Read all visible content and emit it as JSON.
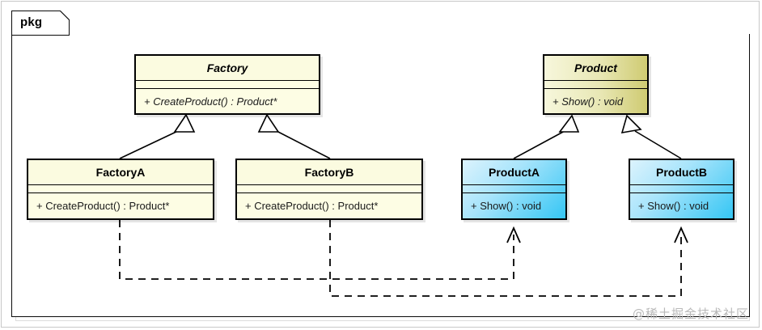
{
  "diagram": {
    "type": "uml-class-diagram",
    "package_label": "pkg",
    "watermark": "@稀土掘金技术社区",
    "colors": {
      "abstract_factory_fill": "#fdfde4",
      "abstract_product_fill": "#e8e7b4",
      "concrete_factory_fill": "#fdfde4",
      "concrete_product_fill": "#35c6f4",
      "border": "#000000",
      "frame": "#c8c8c8"
    }
  },
  "classes": [
    {
      "id": "factory",
      "name": "Factory",
      "abstract": true,
      "operations": [
        "+ CreateProduct() : Product*"
      ]
    },
    {
      "id": "product",
      "name": "Product",
      "abstract": true,
      "operations": [
        "+ Show() : void"
      ]
    },
    {
      "id": "factorya",
      "name": "FactoryA",
      "abstract": false,
      "operations": [
        "+ CreateProduct() : Product*"
      ]
    },
    {
      "id": "factoryb",
      "name": "FactoryB",
      "abstract": false,
      "operations": [
        "+ CreateProduct() : Product*"
      ]
    },
    {
      "id": "producta",
      "name": "ProductA",
      "abstract": false,
      "operations": [
        "+ Show() : void"
      ]
    },
    {
      "id": "productb",
      "name": "ProductB",
      "abstract": false,
      "operations": [
        "+ Show() : void"
      ]
    }
  ],
  "relationships": [
    {
      "kind": "generalization",
      "from": "FactoryA",
      "to": "Factory"
    },
    {
      "kind": "generalization",
      "from": "FactoryB",
      "to": "Factory"
    },
    {
      "kind": "generalization",
      "from": "ProductA",
      "to": "Product"
    },
    {
      "kind": "generalization",
      "from": "ProductB",
      "to": "Product"
    },
    {
      "kind": "dependency",
      "from": "FactoryA",
      "to": "ProductA"
    },
    {
      "kind": "dependency",
      "from": "FactoryB",
      "to": "ProductB"
    }
  ]
}
